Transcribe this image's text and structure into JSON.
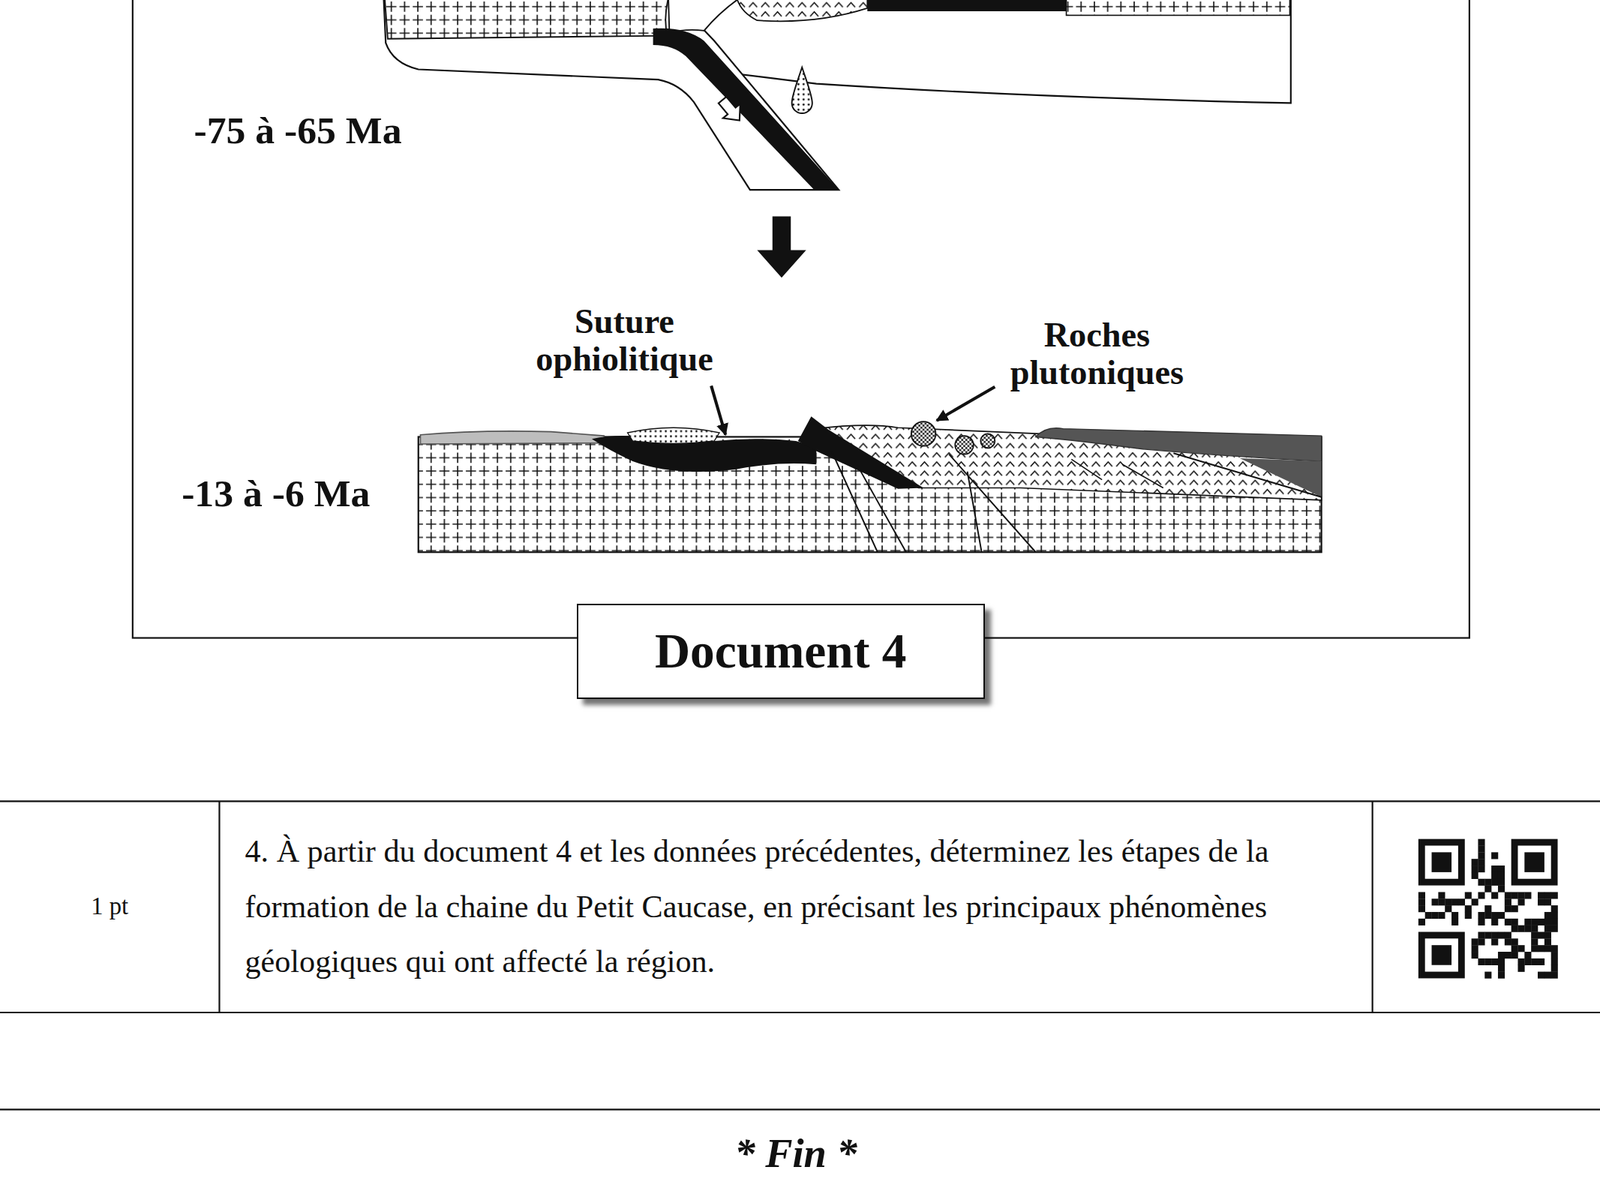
{
  "diagram": {
    "nodes": [
      {
        "text": [
          "Document 4"
        ]
      },
      {
        "text": [
          "1 pt"
        ]
      },
      {
        "text": [
          "4. À partir du document 4 et les données précédentes, déterminez les étapes de la formation de la chaine du Petit Caucase, en précisant les principaux phénomènes géologiques qui ont affecté la région."
        ]
      }
    ],
    "labels": [
      "-75 à -65 Ma",
      "Suture ophiolitique",
      "Roches plutoniques",
      "-13 à -6 Ma",
      "* Fin *"
    ]
  }
}
